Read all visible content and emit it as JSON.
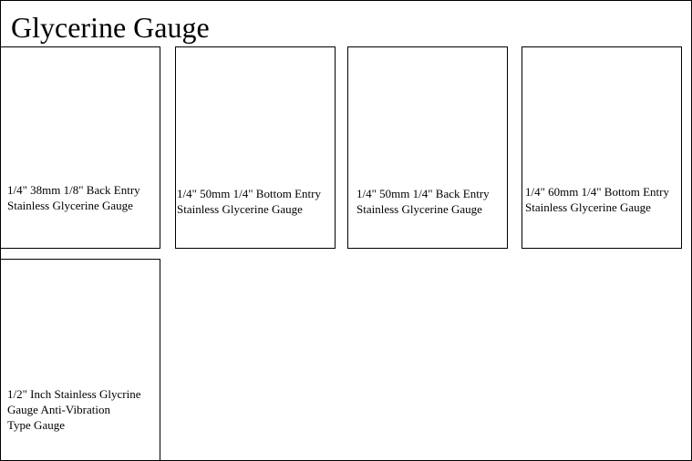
{
  "page": {
    "title": "Glycerine Gauge"
  },
  "products": [
    {
      "label": "1/4\" 38mm 1/8\" Back Entry\nStainless Glycerine Gauge"
    },
    {
      "label": "1/4\" 50mm 1/4\" Bottom Entry\nStainless Glycerine Gauge"
    },
    {
      "label": "1/4\" 50mm 1/4\" Back Entry\nStainless Glycerine Gauge"
    },
    {
      "label": "1/4\" 60mm 1/4\" Bottom Entry\n Stainless Glycerine Gauge"
    },
    {
      "label": "1/2\" Inch Stainless Glycrine\nGauge Anti-Vibration\nType Gauge"
    }
  ]
}
